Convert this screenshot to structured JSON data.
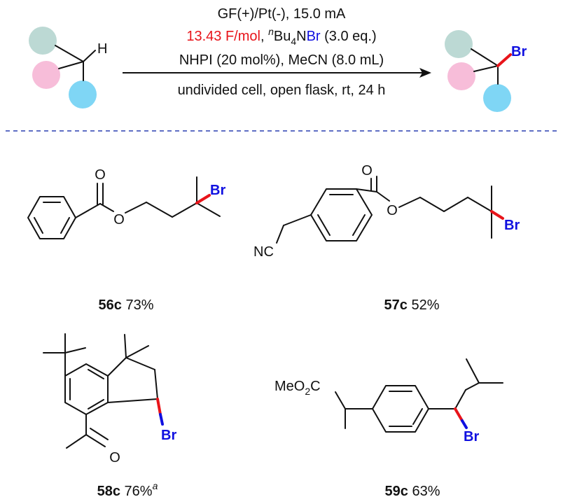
{
  "conditions": {
    "line1": "GF(+)/Pt(-), 15.0 mA",
    "line2_red": "13.43 F/mol",
    "line2_sep": ", ",
    "line2_n": "n",
    "line2_bu": "Bu",
    "line2_sub4": "4",
    "line2_n2": "N",
    "line2_br": "Br",
    "line2_rest": " (3.0 eq.)",
    "line3": "NHPI (20 mol%), MeCN (8.0 mL)",
    "line4": "undivided cell, open flask, rt, 24 h"
  },
  "reactant": {
    "h_label": "H"
  },
  "product": {
    "br_label": "Br"
  },
  "colors": {
    "teal": "#bcd9d4",
    "pink": "#f7bdd9",
    "blue": "#7fd6f5",
    "red": "#e8141a",
    "bromine_blue": "#1010e0",
    "divider": "#2a3fb0"
  },
  "compounds": [
    {
      "id": "56c",
      "yield": "73%",
      "sup": "",
      "atoms": {
        "o1": "O",
        "o2": "O",
        "br": "Br"
      }
    },
    {
      "id": "57c",
      "yield": "52%",
      "sup": "",
      "atoms": {
        "o1": "O",
        "o2": "O",
        "br": "Br",
        "nc": "NC"
      }
    },
    {
      "id": "58c",
      "yield": "76%",
      "sup": "a",
      "atoms": {
        "o": "O",
        "br": "Br"
      }
    },
    {
      "id": "59c",
      "yield": "63%",
      "sup": "",
      "atoms": {
        "meo": "MeO",
        "sub2": "2",
        "c": "C",
        "br": "Br"
      }
    }
  ]
}
